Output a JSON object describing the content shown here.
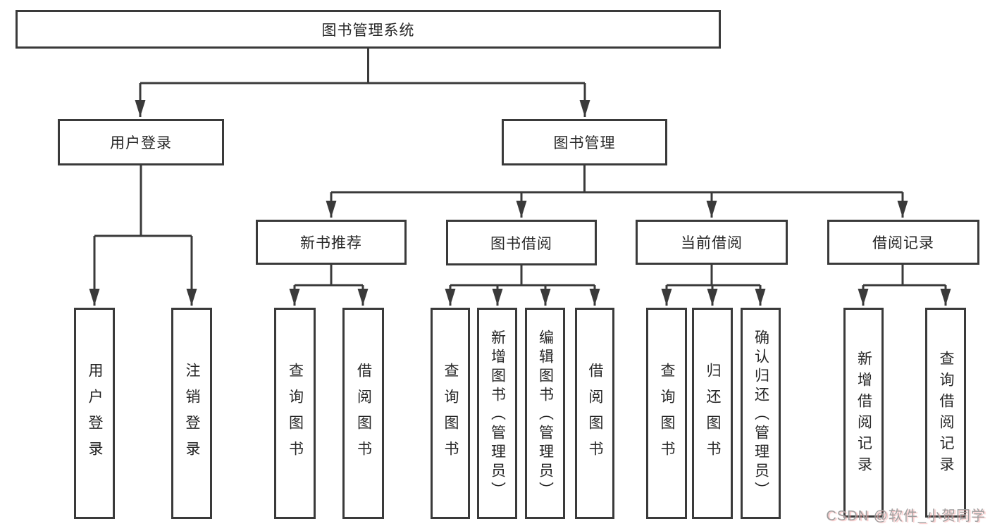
{
  "diagram": {
    "root": {
      "label": "图书管理系统"
    },
    "branches": [
      {
        "label": "用户登录",
        "children": [
          {
            "label": "用户登录"
          },
          {
            "label": "注销登录"
          }
        ]
      },
      {
        "label": "图书管理",
        "children": [
          {
            "label": "新书推荐",
            "children": [
              {
                "label": "查询图书"
              },
              {
                "label": "借阅图书"
              }
            ]
          },
          {
            "label": "图书借阅",
            "children": [
              {
                "label": "查询图书"
              },
              {
                "label": "新增图书（管理员）"
              },
              {
                "label": "编辑图书（管理员）"
              },
              {
                "label": "借阅图书"
              }
            ]
          },
          {
            "label": "当前借阅",
            "children": [
              {
                "label": "查询图书"
              },
              {
                "label": "归还图书"
              },
              {
                "label": "确认归还（管理员）"
              }
            ]
          },
          {
            "label": "借阅记录",
            "children": [
              {
                "label": "新增借阅记录"
              },
              {
                "label": "查询借阅记录"
              }
            ]
          }
        ]
      }
    ]
  },
  "watermark": {
    "text": "CSDN @软件_小贺同学"
  },
  "colors": {
    "line": "#3a3a3a",
    "text": "#262626",
    "box_background": "#ffffff",
    "page_background": "#ffffff",
    "watermark_text": "#9e9e9e",
    "watermark_shadow": "#f59696"
  }
}
